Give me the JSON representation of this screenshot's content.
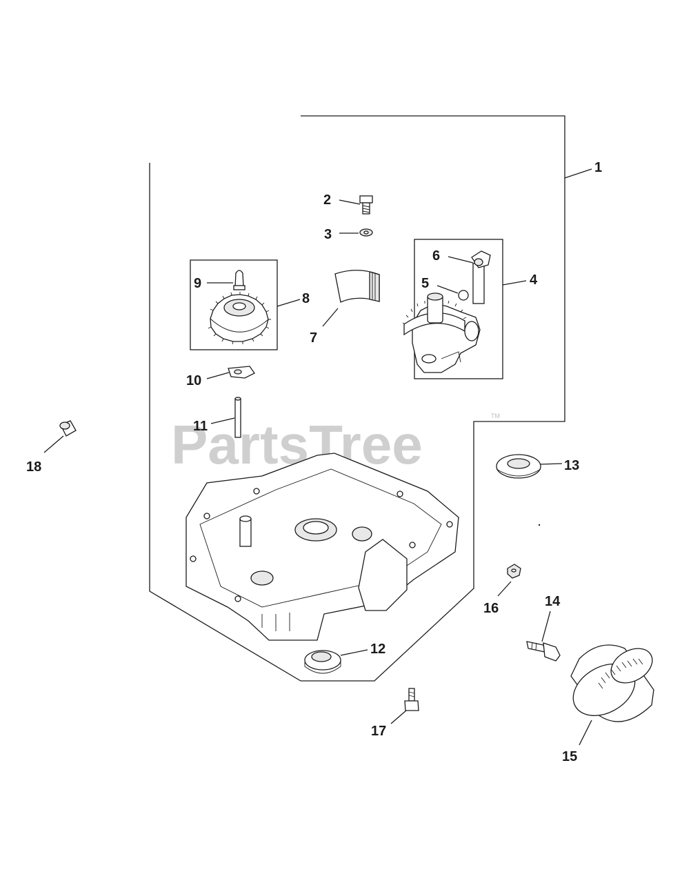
{
  "watermark": {
    "text": "PartsTree",
    "trademark": "TM"
  },
  "callouts": [
    {
      "id": "1",
      "label": "1"
    },
    {
      "id": "2",
      "label": "2"
    },
    {
      "id": "3",
      "label": "3"
    },
    {
      "id": "4",
      "label": "4"
    },
    {
      "id": "5",
      "label": "5"
    },
    {
      "id": "6",
      "label": "6"
    },
    {
      "id": "7",
      "label": "7"
    },
    {
      "id": "8",
      "label": "8"
    },
    {
      "id": "9",
      "label": "9"
    },
    {
      "id": "10",
      "label": "10"
    },
    {
      "id": "11",
      "label": "11"
    },
    {
      "id": "12",
      "label": "12"
    },
    {
      "id": "13",
      "label": "13"
    },
    {
      "id": "14",
      "label": "14"
    },
    {
      "id": "15",
      "label": "15"
    },
    {
      "id": "16",
      "label": "16"
    },
    {
      "id": "17",
      "label": "17"
    },
    {
      "id": "18",
      "label": "18"
    }
  ]
}
